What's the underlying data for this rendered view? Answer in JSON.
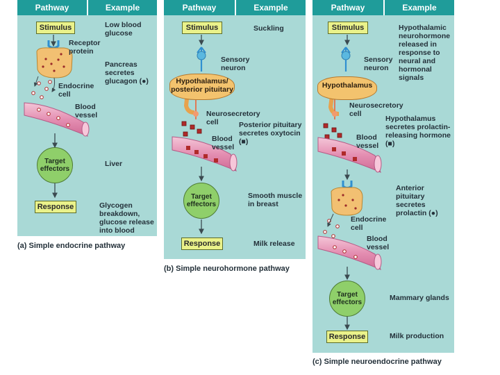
{
  "headers": {
    "pathway": "Pathway",
    "example": "Example"
  },
  "panel_a": {
    "stimulus": "Stimulus",
    "receptor": "Receptor protein",
    "endocrine_cell": "Endocrine cell",
    "blood_vessel": "Blood vessel",
    "target": "Target effectors",
    "response": "Response",
    "ex_stimulus": "Low blood glucose",
    "ex_secretes": "Pancreas secretes glucagon (●)",
    "ex_target": "Liver",
    "ex_response": "Glycogen breakdown, glucose release into blood",
    "caption": "(a) Simple endocrine pathway"
  },
  "panel_b": {
    "stimulus": "Stimulus",
    "sensory": "Sensory neuron",
    "hypothalamus": "Hypothalamus/ posterior pituitary",
    "neurosecretory": "Neurosecretory cell",
    "blood_vessel": "Blood vessel",
    "target": "Target effectors",
    "response": "Response",
    "ex_stimulus": "Suckling",
    "ex_secretes": "Posterior pituitary secretes oxytocin (■)",
    "ex_target": "Smooth muscle in breast",
    "ex_response": "Milk release",
    "caption": "(b) Simple neurohormone pathway"
  },
  "panel_c": {
    "stimulus": "Stimulus",
    "sensory": "Sensory neuron",
    "hypothalamus": "Hypothalamus",
    "neurosecretory": "Neurosecretory cell",
    "blood_vessel_1": "Blood vessel",
    "endocrine_cell": "Endocrine cell",
    "blood_vessel_2": "Blood vessel",
    "target": "Target effectors",
    "response": "Response",
    "ex_stimulus": "Hypothalamic neurohormone released in response to neural and hormonal signals",
    "ex_hypo": "Hypothalamus secretes prolactin-releasing hormone (■)",
    "ex_anterior": "Anterior pituitary secretes prolactin (●)",
    "ex_target": "Mammary glands",
    "ex_response": "Milk production",
    "caption": "(c) Simple neuroendocrine pathway"
  },
  "colors": {
    "panel_bg": "#a9d9d6",
    "header": "#1f9c9a",
    "response_box": "#eaf28a",
    "target": "#8fcf6a",
    "vessel": "#e9a4c0",
    "gland": "#f2c072",
    "neuron": "#5ab8e0"
  }
}
